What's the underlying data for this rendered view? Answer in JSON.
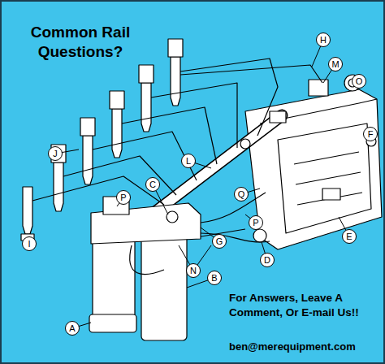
{
  "diagram": {
    "title": "Common Rail Questions?",
    "nodes": [
      {
        "text": [
          "H"
        ]
      },
      {
        "text": [
          "M"
        ]
      },
      {
        "text": [
          "O"
        ]
      },
      {
        "text": [
          "F"
        ]
      },
      {
        "text": [
          "J"
        ]
      },
      {
        "text": [
          "L"
        ]
      },
      {
        "text": [
          "C"
        ]
      },
      {
        "text": [
          "Q"
        ]
      },
      {
        "text": [
          "P"
        ]
      },
      {
        "text": [
          "P"
        ]
      },
      {
        "text": [
          "E"
        ]
      },
      {
        "text": [
          "G"
        ]
      },
      {
        "text": [
          "I"
        ]
      },
      {
        "text": [
          "D"
        ]
      },
      {
        "text": [
          "N"
        ]
      },
      {
        "text": [
          "B"
        ]
      },
      {
        "text": [
          "A"
        ]
      }
    ],
    "labels": [
      "For Answers, Leave A Comment, Or E-mail Us!!",
      "ben@merequipment.com"
    ]
  }
}
